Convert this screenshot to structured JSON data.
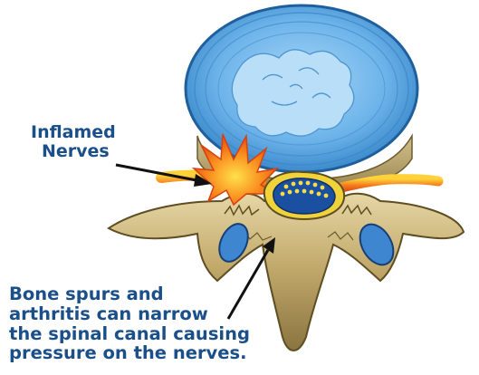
{
  "labels": {
    "inflamed_nerves": {
      "line1": "Inflamed",
      "line2": "Nerves"
    },
    "bone_spurs": {
      "line1": "Bone spurs and",
      "line2": "arthritis can narrow",
      "line3": "the spinal canal causing",
      "line4": "pressure on the nerves."
    }
  },
  "colors": {
    "label_text": "#1a4f8a",
    "disc": "#5aa8e6",
    "bone": "#b9a26a",
    "nerve": "#f26a1b",
    "canal": "#1b4fa0",
    "arrow": "#111111"
  }
}
